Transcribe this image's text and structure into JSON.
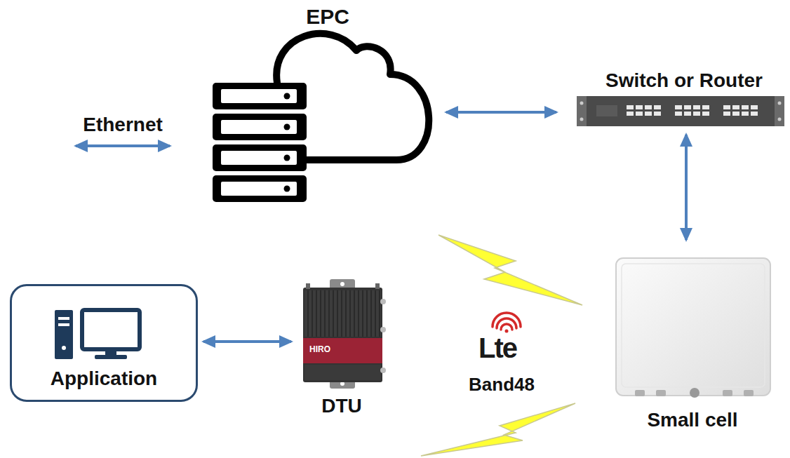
{
  "diagram": {
    "nodes": [
      {
        "text": [
          "EPC"
        ]
      },
      {
        "text": [
          "Switch or Router"
        ]
      },
      {
        "text": [
          "Application"
        ]
      },
      {
        "text": [
          "DTU"
        ]
      },
      {
        "text": [
          "Small cell"
        ]
      }
    ],
    "edges": [
      {
        "from": 0,
        "to": 1,
        "arrow": "both"
      },
      {
        "from": 1,
        "to": 4,
        "arrow": "both"
      },
      {
        "from": 2,
        "to": 3,
        "arrow": "both"
      }
    ],
    "labels": [
      "Ethernet",
      "Lte",
      "Band48",
      "HIRO"
    ]
  }
}
